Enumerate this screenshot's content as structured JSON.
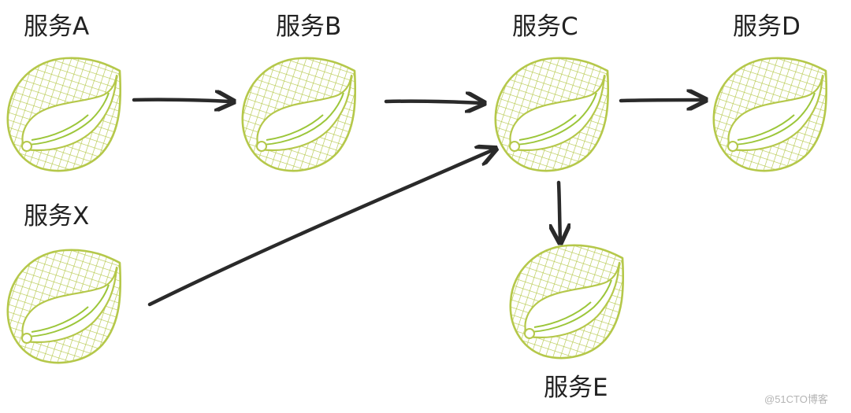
{
  "diagram": {
    "nodes": [
      {
        "id": "A",
        "label": "服务A"
      },
      {
        "id": "B",
        "label": "服务B"
      },
      {
        "id": "C",
        "label": "服务C"
      },
      {
        "id": "D",
        "label": "服务D"
      },
      {
        "id": "X",
        "label": "服务X"
      },
      {
        "id": "E",
        "label": "服务E"
      }
    ],
    "edges": [
      {
        "from": "A",
        "to": "B"
      },
      {
        "from": "B",
        "to": "C"
      },
      {
        "from": "C",
        "to": "D"
      },
      {
        "from": "X",
        "to": "C"
      },
      {
        "from": "C",
        "to": "E"
      }
    ],
    "icon": "spring-leaf-icon",
    "colors": {
      "leaf": "#b5c84a",
      "vein": "#9cc63a",
      "arrow": "#2a2a2a",
      "text": "#222222"
    }
  },
  "watermark": "@51CTO博客"
}
